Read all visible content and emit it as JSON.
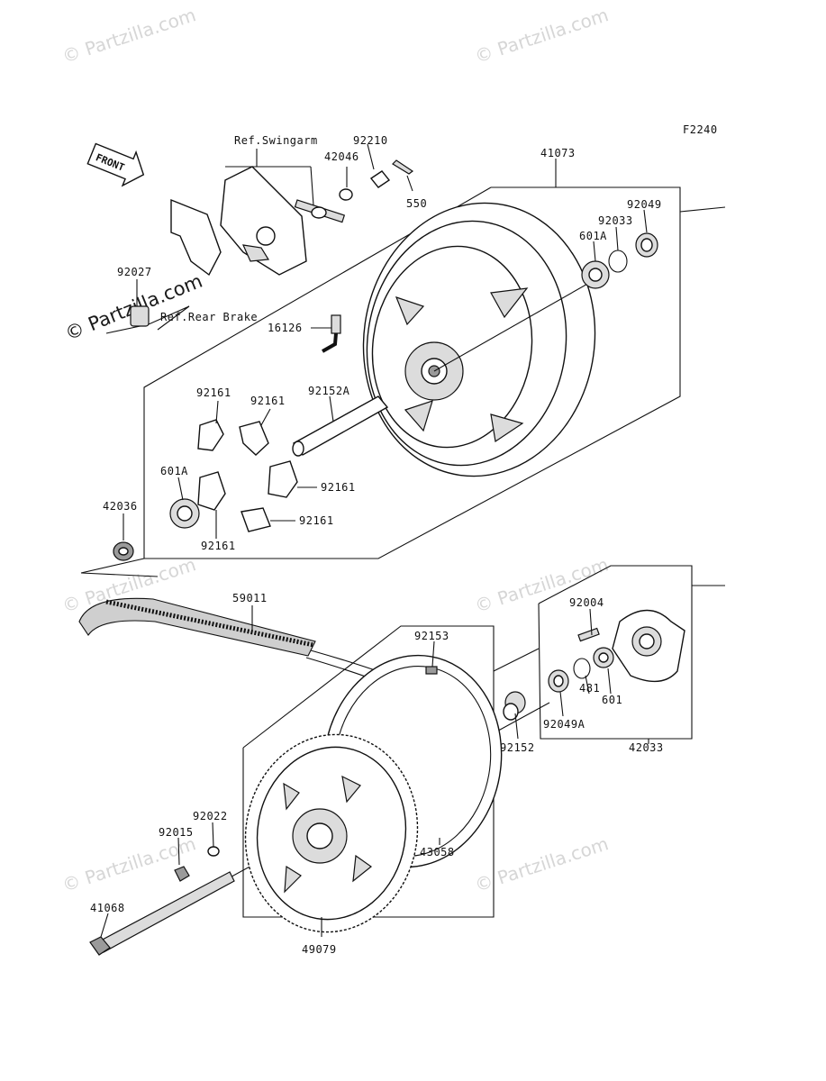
{
  "figure_code": "F2240",
  "front_label": "FRONT",
  "watermark": "© Partzilla.com",
  "watermark_lead": "© Partzilla.com",
  "references": {
    "swingarm": "Ref.Swingarm",
    "rear_brake": "Ref.Rear Brake"
  },
  "part_labels": {
    "p92210": "92210",
    "p42046": "42046",
    "p550": "550",
    "p41073": "41073",
    "p92049": "92049",
    "p92033": "92033",
    "p601A_top": "601A",
    "p92027": "92027",
    "p16126": "16126",
    "p92161_a": "92161",
    "p92161_b": "92161",
    "p92152A": "92152A",
    "p92161_c": "92161",
    "p601A_left": "601A",
    "p42036": "42036",
    "p92161_d": "92161",
    "p92161_e": "92161",
    "p59011": "59011",
    "p92004": "92004",
    "p92153": "92153",
    "p481": "481",
    "p601": "601",
    "p92049A": "92049A",
    "p92152": "92152",
    "p42033": "42033",
    "p92022": "92022",
    "p92015": "92015",
    "p43058": "43058",
    "p41068": "41068",
    "p49079": "49079"
  }
}
